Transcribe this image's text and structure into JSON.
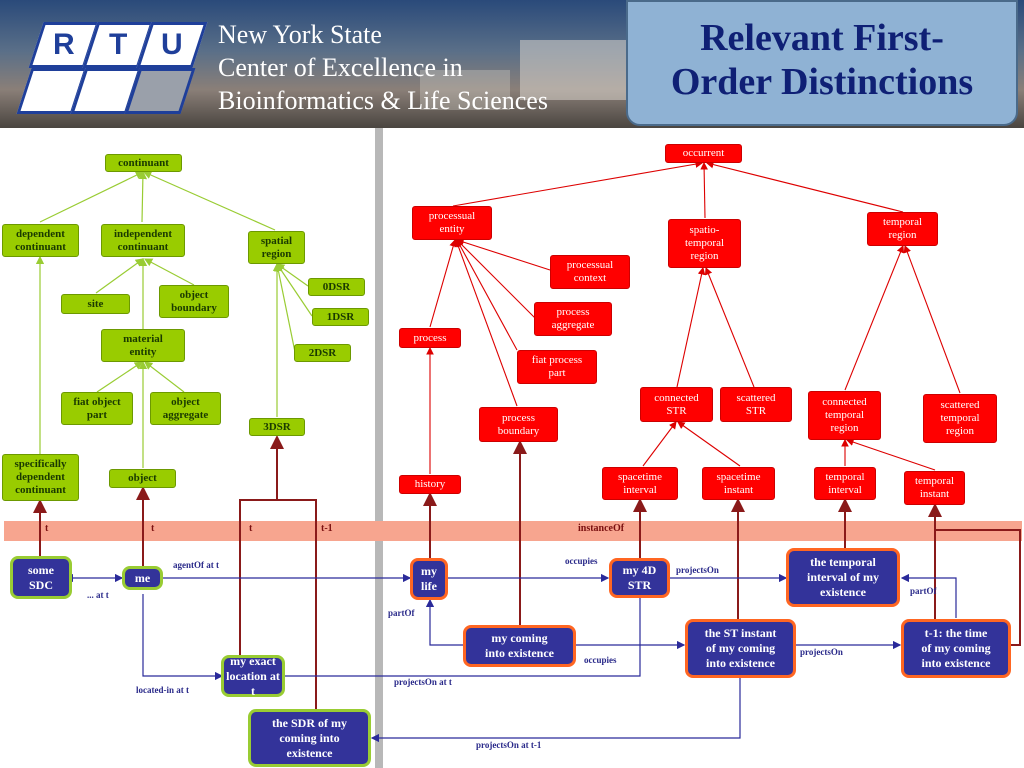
{
  "header": {
    "logo": {
      "letters": [
        "R",
        "T",
        "U"
      ]
    },
    "org_lines": [
      "New York State",
      "Center of Excellence in",
      "Bioinformatics & Life Sciences"
    ],
    "title_lines": [
      "Relevant First-",
      "Order Distinctions"
    ]
  },
  "continuant": {
    "root": "continuant",
    "dependent": "dependent\ncontinuant",
    "independent": "independent\ncontinuant",
    "spatial_region": "spatial\nregion",
    "site": "site",
    "object_boundary": "object\nboundary",
    "material_entity": "material\nentity",
    "fiat_object_part": "fiat object\npart",
    "object_aggregate": "object\naggregate",
    "zero_dsr": "0DSR",
    "one_dsr": "1DSR",
    "two_dsr": "2DSR",
    "three_dsr": "3DSR",
    "specifically_dependent": "specifically\ndependent\ncontinuant",
    "object": "object"
  },
  "occurrent": {
    "root": "occurrent",
    "processual_entity": "processual\nentity",
    "spatiotemporal_region": "spatio-\ntemporal\nregion",
    "temporal_region": "temporal\nregion",
    "processual_context": "processual\ncontext",
    "process_aggregate": "process\naggregate",
    "process": "process",
    "fiat_process_part": "fiat process\npart",
    "process_boundary": "process\nboundary",
    "connected_str": "connected\nSTR",
    "scattered_str": "scattered\nSTR",
    "connected_temporal_region": "connected\ntemporal\nregion",
    "scattered_temporal_region": "scattered\ntemporal\nregion",
    "history": "history",
    "spacetime_interval": "spacetime\ninterval",
    "spacetime_instant": "spacetime\ninstant",
    "temporal_interval": "temporal\ninterval",
    "temporal_instant": "temporal\ninstant"
  },
  "band": {
    "t1": "t",
    "t2": "t",
    "t3": "t",
    "t4": "t-1",
    "instance_of": "instanceOf"
  },
  "instances": {
    "some_sdc": "some\nSDC",
    "me": "me",
    "my_life": "my\nlife",
    "my_4d_str": "my 4D\nSTR",
    "temporal_interval_existence": "the temporal\ninterval of my\nexistence",
    "my_coming_into_existence": "my coming\ninto existence",
    "st_instant": "the ST instant\nof my coming\ninto existence",
    "t1_time": "t-1: the time\nof my coming\ninto existence",
    "my_exact_location": "my exact\nlocation at t",
    "sdr": "the SDR of my\ncoming into\nexistence"
  },
  "relations": {
    "agent_of": "agentOf at t",
    "at_t": "... at t",
    "occupies_top": "occupies",
    "projects_on_top": "projectsOn",
    "part_of_left": "partOf",
    "part_of_right": "partOf",
    "occupies_bottom": "occupies",
    "projects_on_mid": "projectsOn",
    "projects_on_at_t": "projectsOn at t",
    "located_in": "located-in at t",
    "projects_on_at_t1": "projectsOn at t-1"
  },
  "colors": {
    "continuant_green": "#99cc00",
    "occurrent_red": "#ff0000",
    "instance_blue": "#33339a",
    "band_salmon": "#f7a58f",
    "title_text": "#0f2075"
  }
}
